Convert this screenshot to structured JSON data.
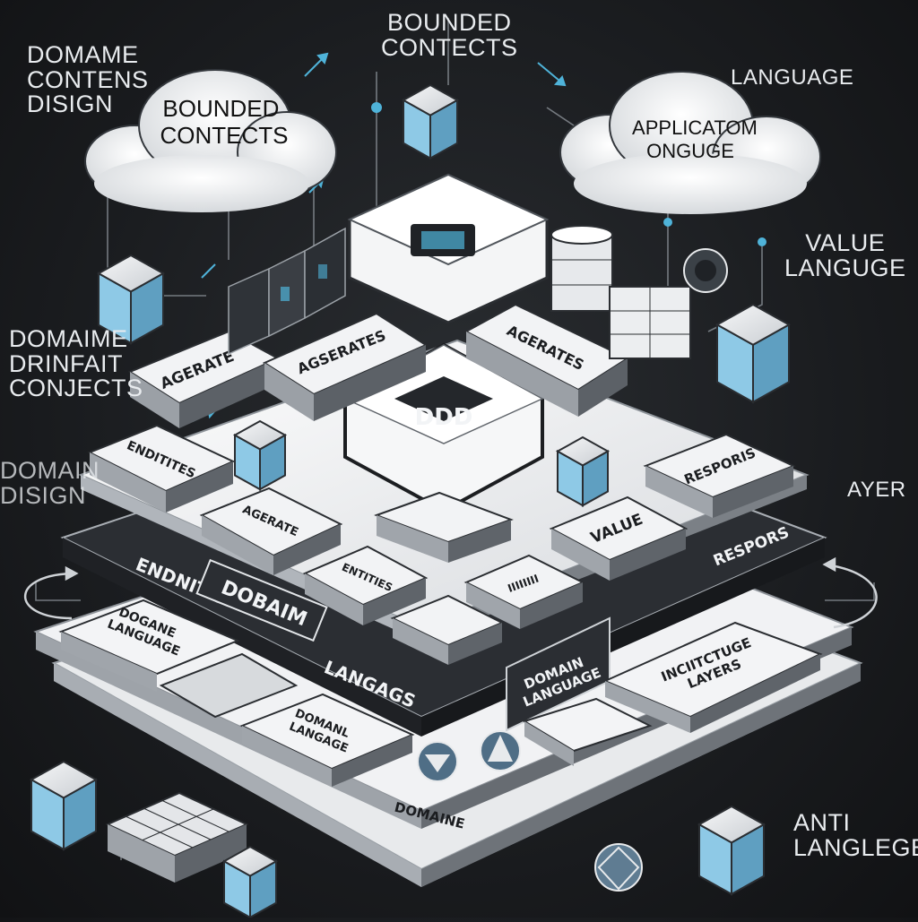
{
  "diagram": {
    "center_label": "DDD",
    "side_labels": {
      "top_center": "BOUNDED\nCONTECTS",
      "top_left": "DOMAME\nCONTENS\nDISIGN",
      "top_right": "LANGUAGE",
      "right_mid": "VALUE\nLANGUGE",
      "left_mid": "DOMAIME\nDRINFAIT\nCONJECTS",
      "left_low": "DOMAIN\nDISIGN",
      "right_low": "AYER",
      "bottom_right": "ANTI\nLANGLEGE"
    },
    "clouds": {
      "left": "BOUNDED\nCONTECTS",
      "right": "APPLICATOM\nONGUGE"
    },
    "blocks": {
      "agg_left": "AGERATE",
      "agg_mid": "AGSERATES",
      "agg_right": "AGERATES",
      "entities_left": "ENDITITES",
      "agerate_small": "AGERATE",
      "entities_mid": "ENTITIES",
      "repo": "RESPORIS",
      "value": "VALUE",
      "stripe": "IIIIIIII",
      "band_entities": "ENDNITIS",
      "band_domain": "DOBAIM",
      "band_langs": "LANGAGS",
      "band_repo": "RESPORS",
      "dom_lang_left": "DOGANE\nLANGUAGE",
      "dom_lang_mid": "DOMAIN\nLANGUAGE",
      "infra": "INCIITCTUGE\nLAYERS",
      "dom_lang_low": "DOMANL\nLANGAGE",
      "domain_base": "DOMAINE"
    },
    "colors": {
      "accent": "#4fb3d9",
      "cube_face": "#8ec9e6",
      "slab": "#eef0f2",
      "dark_slab": "#2b2e33",
      "background": "#1c1e21"
    }
  }
}
